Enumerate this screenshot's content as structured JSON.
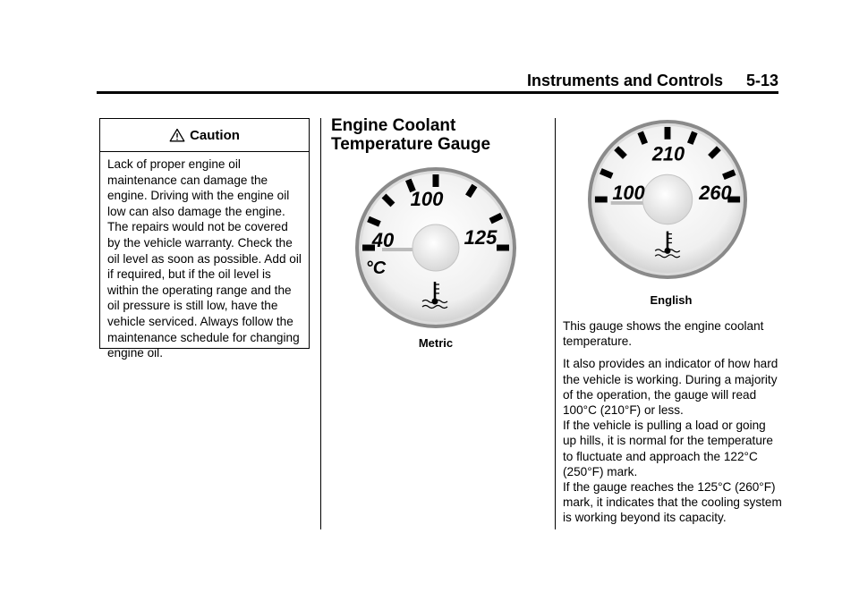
{
  "header": {
    "section_title": "Instruments and Controls",
    "page_number": "5-13"
  },
  "caution": {
    "title": "Caution",
    "icon": "warning-icon",
    "body": "Lack of proper engine oil maintenance can damage the engine. Driving with the engine oil low can also damage the engine. The repairs would not be covered by the vehicle warranty. Check the oil level as soon as possible. Add oil if required, but if the oil level is within the operating range and the oil pressure is still low, have the vehicle serviced. Always follow the maintenance schedule for changing engine oil."
  },
  "section": {
    "heading_line1": "Engine Coolant",
    "heading_line2": "Temperature Gauge"
  },
  "metric_gauge": {
    "low": "40",
    "mid": "100",
    "high": "125",
    "unit": "°C",
    "caption": "Metric"
  },
  "english_gauge": {
    "low": "100",
    "mid": "210",
    "high": "260",
    "caption": "English"
  },
  "body": {
    "p1": "This gauge shows the engine coolant temperature.",
    "p2": "It also provides an indicator of how hard the vehicle is working. During a majority of the operation, the gauge will read 100°C (210°F) or less.",
    "p3": "If the vehicle is pulling a load or going up hills, it is normal for the temperature to fluctuate and approach the 122°C (250°F) mark.",
    "p4": "If the gauge reaches the 125°C (260°F) mark, it indicates that the cooling system is working beyond its capacity."
  },
  "colors": {
    "text": "#000000",
    "gauge_face": "#f2f2f2",
    "gauge_bezel": "#7a7a7a"
  }
}
